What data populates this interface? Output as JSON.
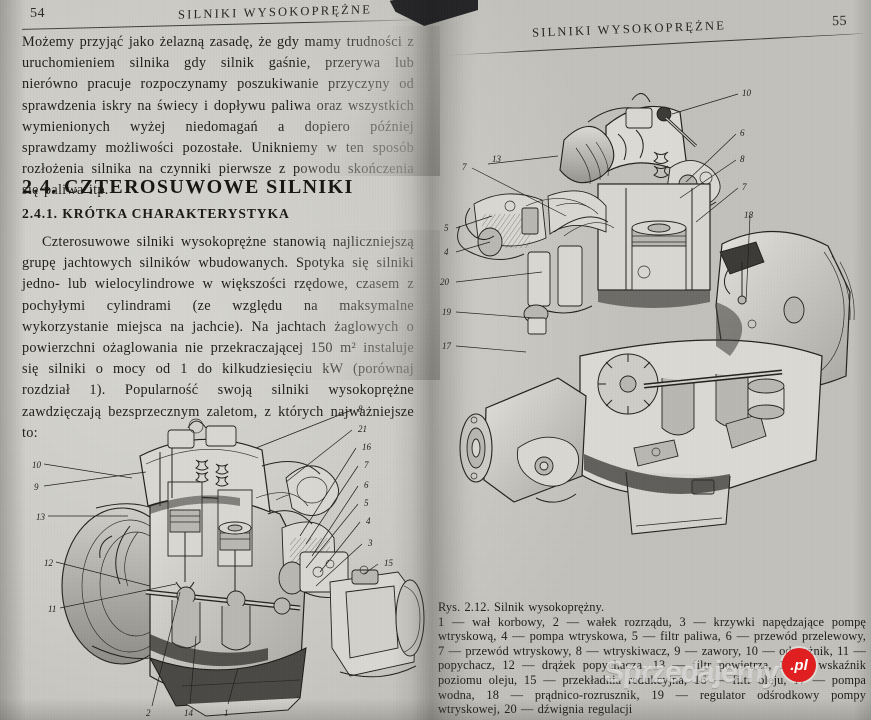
{
  "document": {
    "type": "scanned-book-spread",
    "language": "pl"
  },
  "left_page": {
    "folio": "54",
    "running_head": "SILNIKI WYSOKOPRĘŻNE",
    "paragraph_1": "Możemy przyjąć jako żelazną zasadę, że gdy mamy trudności z uruchomieniem silnika gdy silnik gaśnie, przerywa lub nierówno pracuje rozpoczynamy poszukiwanie przyczyny od sprawdzenia iskry na świecy i dopływu paliwa oraz wszystkich wymienionych wyżej niedomagań a dopiero później sprawdzamy możliwości pozostałe. Unikniemy w ten sposób rozłożenia silnika na czynniki pierwsze z powodu skończenia się paliwa itp.",
    "heading_2": "2.4. CZTEROSUWOWE SILNIKI",
    "heading_3": "2.4.1. KRÓTKA CHARAKTERYSTYKA",
    "paragraph_2": "Czterosuwowe silniki wysokoprężne stanowią najliczniejszą grupę jachtowych silników wbudowanych. Spotyka się silniki jedno- lub wielocylindrowe w większości rzędowe, czasem z pochyłymi cylindrami (ze względu na maksymalne wykorzystanie miejsca na jachcie). Na jachtach żaglowych o powierzchni ożaglowania nie przekraczającej 150 m² instaluje się silniki o mocy od 1 do kilkudziesięciu kW (porównaj rozdział 1). Popularność swoją silniki wysokoprężne zawdzięczają bezsprzecznym zaletom, z których najważniejsze to:",
    "figure": {
      "name": "engine-cutaway-left",
      "callouts_left": [
        "10",
        "9",
        "13",
        "12",
        "11"
      ],
      "callouts_right": [
        "8",
        "21",
        "16",
        "7",
        "6",
        "5",
        "4",
        "3",
        "15"
      ],
      "callouts_bottom": [
        "2",
        "14",
        "1"
      ]
    }
  },
  "right_page": {
    "folio": "55",
    "running_head": "SILNIKI WYSOKOPRĘŻNE",
    "figure": {
      "name": "engine-cutaway-right",
      "callouts_left": [
        "7",
        "13",
        "5",
        "4",
        "20",
        "19",
        "17"
      ],
      "callouts_right": [
        "10",
        "6",
        "8",
        "7",
        "18"
      ]
    },
    "caption": {
      "title": "Rys. 2.12. Silnik wysokoprężny.",
      "body": "1 — wał korbowy, 2 — wałek rozrządu, 3 — krzywki napędzające pompę wtryskową, 4 — pompa wtryskowa, 5 — filtr paliwa, 6 — przewód przelewowy, 7 — przewód wtryskowy, 8 — wtryskiwacz, 9 — zawory, 10 — odprężnik, 11 — popychacz, 12 — drążek popychacza, 13 — filtr powietrza, 14 — wskaźnik poziomu oleju, 15 — przekładnia redukcyjna, 16 — filtr oleju, 17 — pompa wodna, 18 — prądnico-rozrusznik, 19 — regulator odśrodkowy pompy wtryskowej, 20 — dźwignia regulacji"
    }
  },
  "watermark": {
    "text": "Sprzedajemy",
    "badge": ".pl",
    "badge_color": "#e02020"
  }
}
